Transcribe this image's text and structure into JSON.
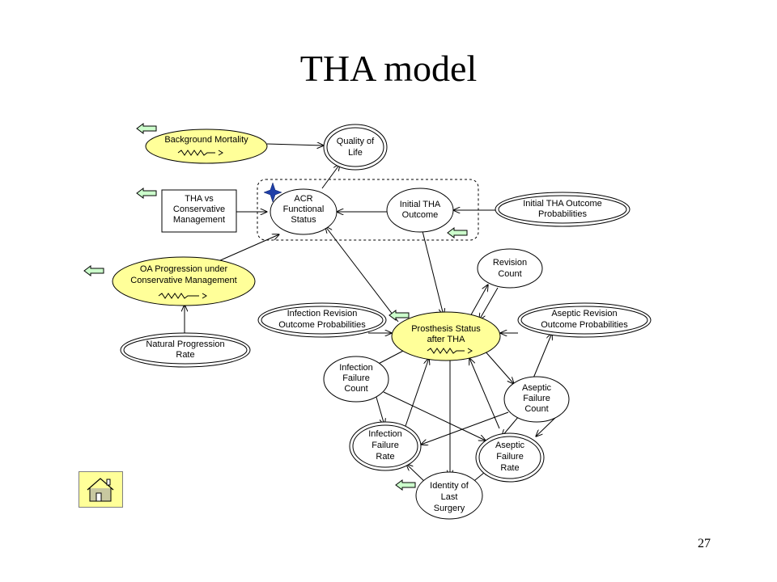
{
  "slide": {
    "title": "THA model",
    "page_number": "27"
  },
  "nodes": {
    "background_mortality": [
      "Background Mortality"
    ],
    "quality_of_life": [
      "Quality of",
      "Life"
    ],
    "tha_vs_conservative": [
      "THA vs",
      "Conservative",
      "Management"
    ],
    "acr_functional_status": [
      "ACR",
      "Functional",
      "Status"
    ],
    "initial_tha_outcome": [
      "Initial THA",
      "Outcome"
    ],
    "initial_tha_outcome_probabilities": [
      "Initial THA Outcome",
      "Probabilities"
    ],
    "oa_progression": [
      "OA Progression  under",
      "Conservative Management"
    ],
    "natural_progression_rate": [
      "Natural Progression",
      "Rate"
    ],
    "revision_count": [
      "Revision",
      "Count"
    ],
    "infection_revision_outcome_probabilities": [
      "Infection Revision",
      "Outcome Probabilities"
    ],
    "prosthesis_status": [
      "Prosthesis Status",
      "after THA"
    ],
    "aseptic_revision_outcome_probabilities": [
      "Aseptic Revision",
      "Outcome Probabilities"
    ],
    "infection_failure_count": [
      "Infection",
      "Failure",
      "Count"
    ],
    "aseptic_failure_count": [
      "Aseptic",
      "Failure",
      "Count"
    ],
    "infection_failure_rate": [
      "Infection",
      "Failure",
      "Rate"
    ],
    "aseptic_failure_rate": [
      "Aseptic",
      "Failure",
      "Rate"
    ],
    "identity_of_last_surgery": [
      "Identity of",
      "Last",
      "Surgery"
    ]
  },
  "colors": {
    "yellow_node": "#ffff99",
    "nav_arrow_fill": "#ccffcc",
    "star": "#1f3fa8"
  },
  "icons": [
    "left-arrow-icon",
    "star-icon",
    "house-icon",
    "squiggle-arrow-icon"
  ]
}
